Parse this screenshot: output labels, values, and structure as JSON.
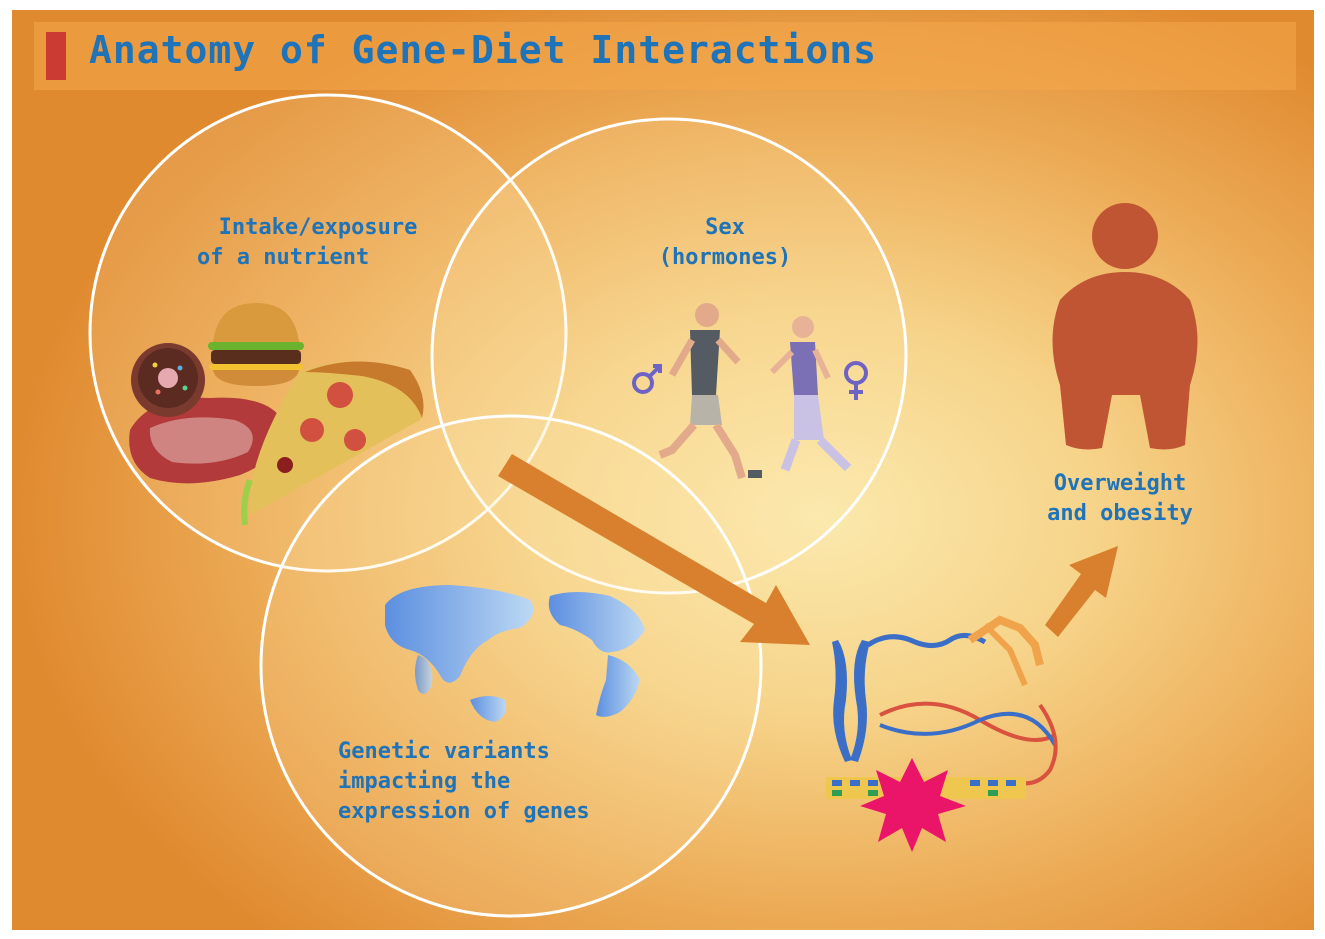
{
  "title": "Anatomy of Gene-Diet Interactions",
  "circles": {
    "nutrient": {
      "line1": "Intake/exposure",
      "line2": "of a nutrient"
    },
    "sex": {
      "line1": "Sex",
      "line2": "(hormones)"
    },
    "genetic": {
      "line1": "Genetic variants",
      "line2": "impacting the",
      "line3": "expression of genes"
    }
  },
  "outcome": {
    "line1": "Overweight",
    "line2": "and obesity"
  },
  "colors": {
    "title": "#1f73b8",
    "title_marker": "#cc3b33",
    "label": "#1f73b8",
    "background_edge": "#e08a30",
    "background_center": "#f8e2a0",
    "arrow": "#d9802e",
    "silhouette": "#bf5533",
    "burst": "#ea1468"
  },
  "icons": [
    "food-illustration",
    "runners-illustration",
    "male-symbol-icon",
    "female-symbol-icon",
    "world-map-illustration",
    "chromosome-dna-illustration",
    "mutation-burst-icon",
    "obese-silhouette-icon"
  ]
}
